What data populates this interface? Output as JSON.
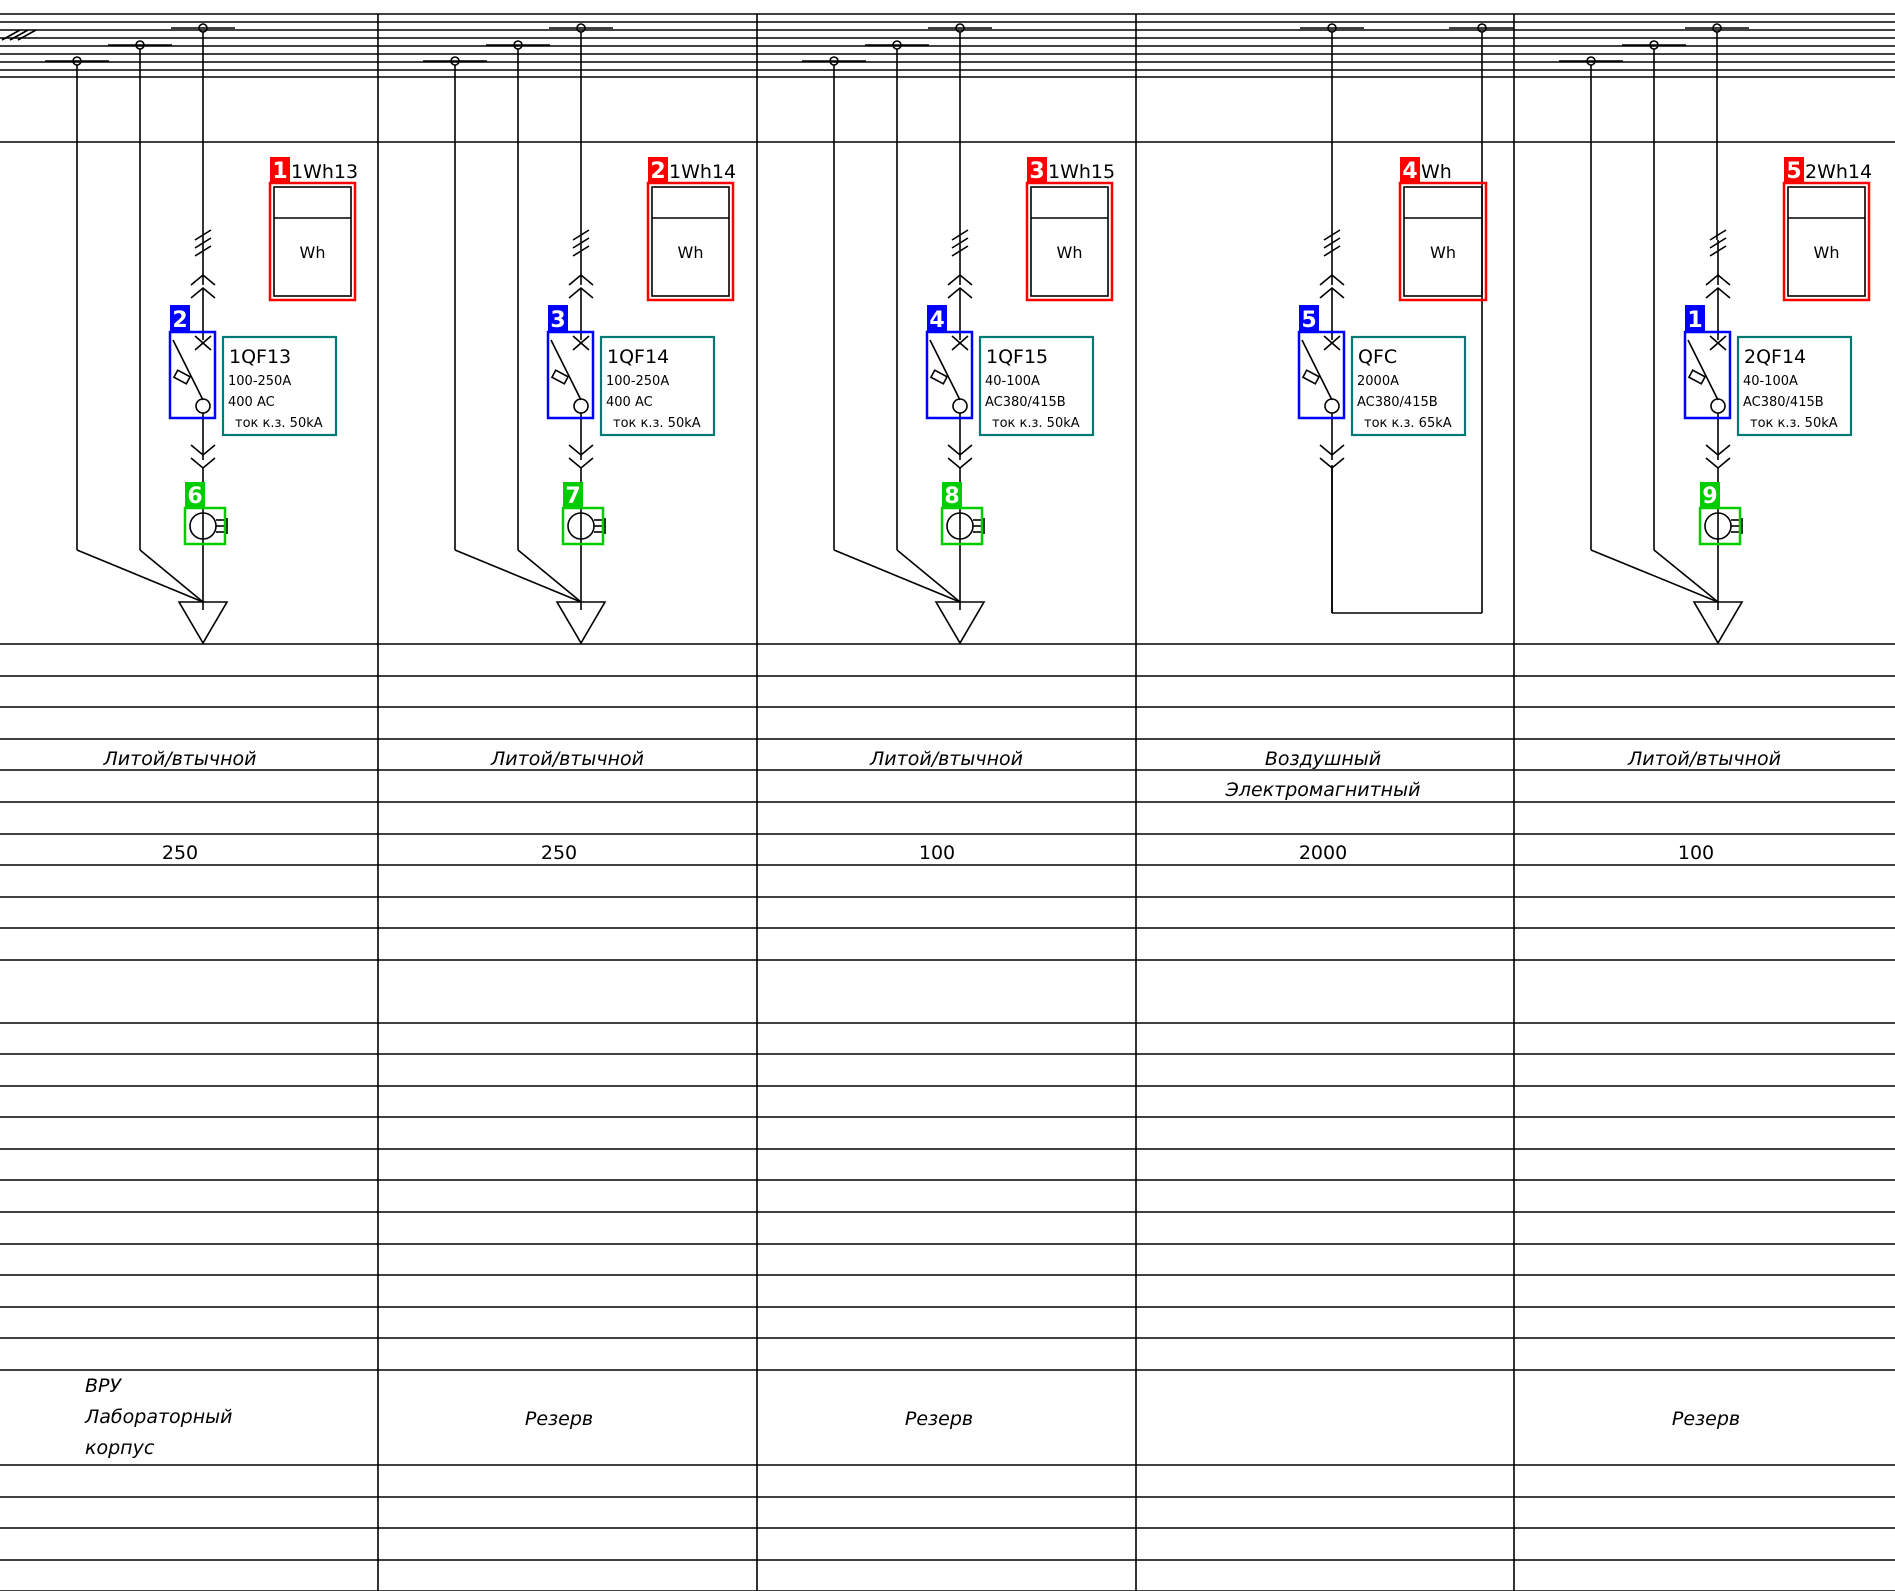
{
  "colors": {
    "meter_frame": "#ff0000",
    "breaker_frame": "#0000ff",
    "ct_frame": "#00cc00",
    "spec_frame": "#007a74",
    "line": "#000000"
  },
  "icons": {
    "breaker": "breaker-icon",
    "meter": "meter-icon",
    "ct": "current-transformer-icon",
    "ground": "ground-icon"
  },
  "panels": [
    {
      "meter": {
        "badge": "1",
        "tag": "1Wh13",
        "symbol": "Wh"
      },
      "breaker": {
        "badge": "2",
        "name": "1QF13",
        "rating": "100-250A",
        "voltage": "400 AC",
        "sc": "ток к.з. 50kA"
      },
      "ct_badge": "6",
      "type": "Литой/втычной",
      "drive": "",
      "current": "250",
      "load": [
        "ВРУ",
        "Лабораторный",
        "корпус"
      ]
    },
    {
      "meter": {
        "badge": "2",
        "tag": "1Wh14",
        "symbol": "Wh"
      },
      "breaker": {
        "badge": "3",
        "name": "1QF14",
        "rating": "100-250A",
        "voltage": "400 AC",
        "sc": "ток к.з. 50kA"
      },
      "ct_badge": "7",
      "type": "Литой/втычной",
      "drive": "",
      "current": "250",
      "load": [
        "Резерв"
      ]
    },
    {
      "meter": {
        "badge": "3",
        "tag": "1Wh15",
        "symbol": "Wh"
      },
      "breaker": {
        "badge": "4",
        "name": "1QF15",
        "rating": "40-100A",
        "voltage": "AC380/415B",
        "sc": "ток к.з. 50kA"
      },
      "ct_badge": "8",
      "type": "Литой/втычной",
      "drive": "",
      "current": "100",
      "load": [
        "Резерв"
      ]
    },
    {
      "meter": {
        "badge": "4",
        "tag": "Wh",
        "symbol": "Wh"
      },
      "breaker": {
        "badge": "5",
        "name": "QFC",
        "rating": "2000A",
        "voltage": "AC380/415B",
        "sc": "ток к.з. 65kA"
      },
      "ct_badge": "",
      "type": "Воздушный",
      "drive": "Электромагнитный",
      "current": "2000",
      "load": []
    },
    {
      "meter": {
        "badge": "5",
        "tag": "2Wh14",
        "symbol": "Wh"
      },
      "breaker": {
        "badge": "1",
        "name": "2QF14",
        "rating": "40-100A",
        "voltage": "AC380/415B",
        "sc": "ток к.з. 50kA"
      },
      "ct_badge": "9",
      "type": "Литой/втычной",
      "drive": "",
      "current": "100",
      "load": [
        "Резерв"
      ]
    }
  ]
}
